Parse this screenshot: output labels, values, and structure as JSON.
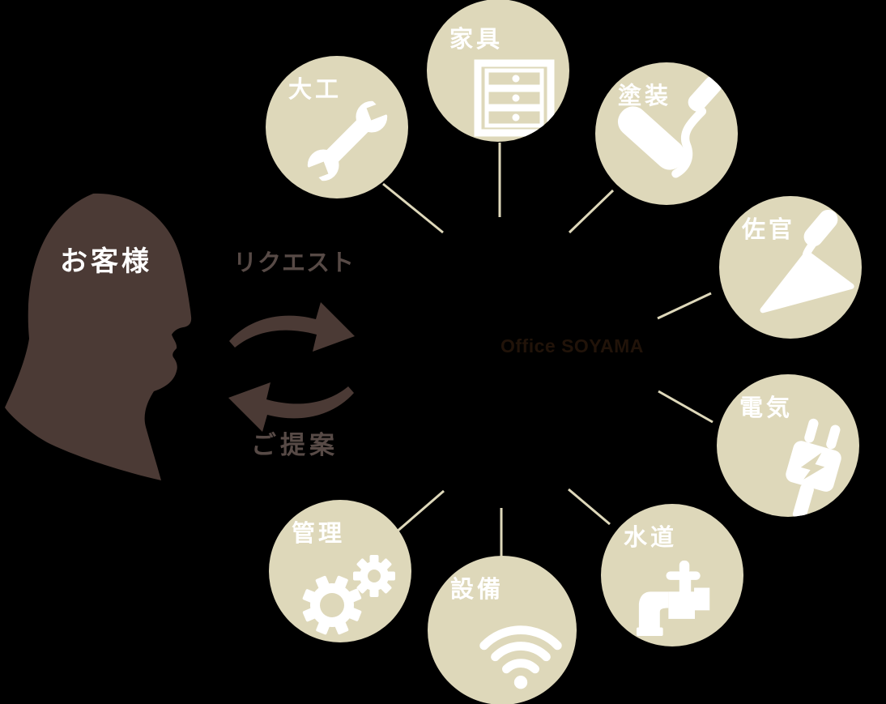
{
  "customer": {
    "label": "お客様"
  },
  "exchange": {
    "request_label": "リクエスト",
    "proposal_label": "ご提案"
  },
  "center": {
    "watermark": "Office SOYAMA"
  },
  "trades": [
    {
      "id": "daiku",
      "label": "大工",
      "icon": "wrench-icon"
    },
    {
      "id": "kagu",
      "label": "家具",
      "icon": "dresser-icon"
    },
    {
      "id": "tosou",
      "label": "塗装",
      "icon": "paint-roller-icon"
    },
    {
      "id": "sakan",
      "label": "佐官",
      "icon": "trowel-icon"
    },
    {
      "id": "denki",
      "label": "電気",
      "icon": "plug-icon"
    },
    {
      "id": "suido",
      "label": "水道",
      "icon": "faucet-icon"
    },
    {
      "id": "setsubi",
      "label": "設備",
      "icon": "wifi-icon"
    },
    {
      "id": "kanri",
      "label": "管理",
      "icon": "gears-icon"
    }
  ],
  "colors": {
    "background": "#000000",
    "circle_beige": "#ded8ba",
    "connector_beige": "#ded8ba",
    "silhouette_brown": "#4b3a35",
    "arrow_brown": "#4b3a35",
    "circle_label_text": "#ffffff",
    "exchange_text": "#574a46",
    "watermark_text": "#211309"
  }
}
